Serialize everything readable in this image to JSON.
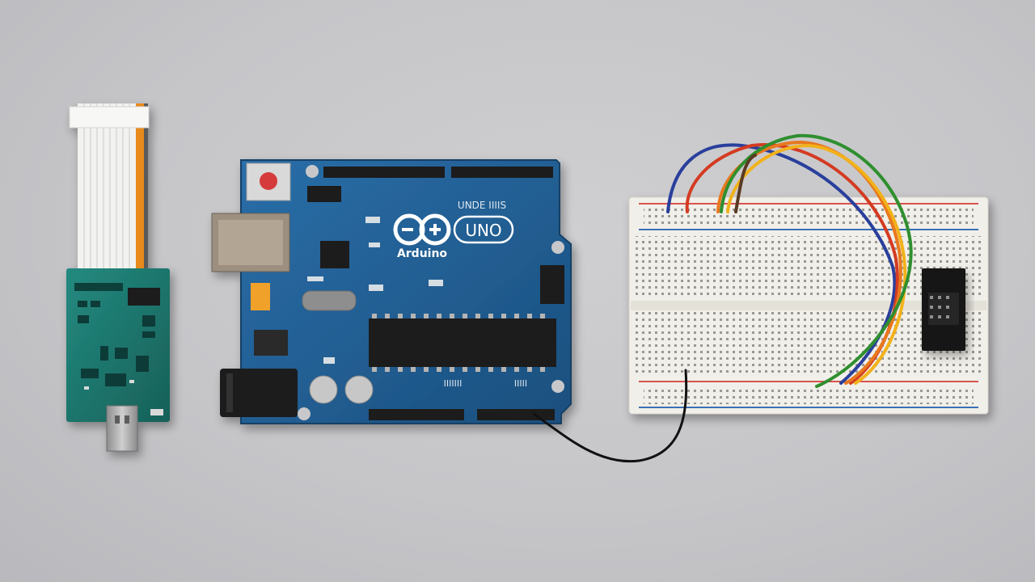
{
  "scene": {
    "description_labels": {
      "board_brand": "Arduino",
      "board_model": "UNO",
      "board_header_text": "UNDE IIIIS",
      "board_pin_text_1": "IIIIIII",
      "board_pin_text_2": "IIIII"
    },
    "colors": {
      "background": "#c8c8cb",
      "board_blue": "#1e5a8c",
      "usb_module_green": "#1f7a72",
      "breadboard_white": "#f1efe9",
      "rail_red": "#d9534f",
      "rail_blue": "#3a6fb5",
      "wire_blue": "#2a3f9c",
      "wire_orange": "#e8781e",
      "wire_red": "#d43b22",
      "wire_green": "#2f8f2f",
      "wire_yellow": "#f2b21a",
      "wire_black": "#111111"
    }
  }
}
